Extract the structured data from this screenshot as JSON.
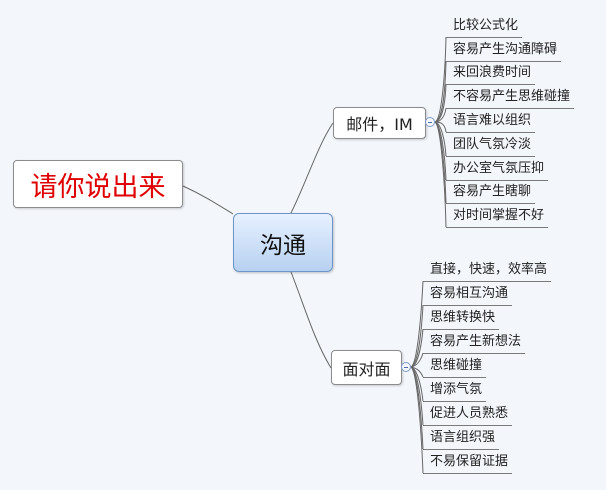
{
  "label": "请你说出来",
  "center": "沟通",
  "branches": [
    {
      "label": "邮件，IM",
      "items": [
        "比较公式化",
        "容易产生沟通障碍",
        "来回浪费时间",
        "不容易产生思维碰撞",
        "语言难以组织",
        "团队气氛冷淡",
        "办公室气氛压抑",
        "容易产生瞎聊",
        "对时间掌握不好"
      ]
    },
    {
      "label": "面对面",
      "items": [
        "直接，快速，效率高",
        "容易相互沟通",
        "思维转换快",
        "容易产生新想法",
        "思维碰撞",
        "增添气氛",
        "促进人员熟悉",
        "语言组织强",
        "不易保留证据"
      ]
    }
  ],
  "colors": {
    "label_text": "#e00000",
    "center_fill": "#b7d1f1",
    "center_border": "#6d95c7"
  }
}
